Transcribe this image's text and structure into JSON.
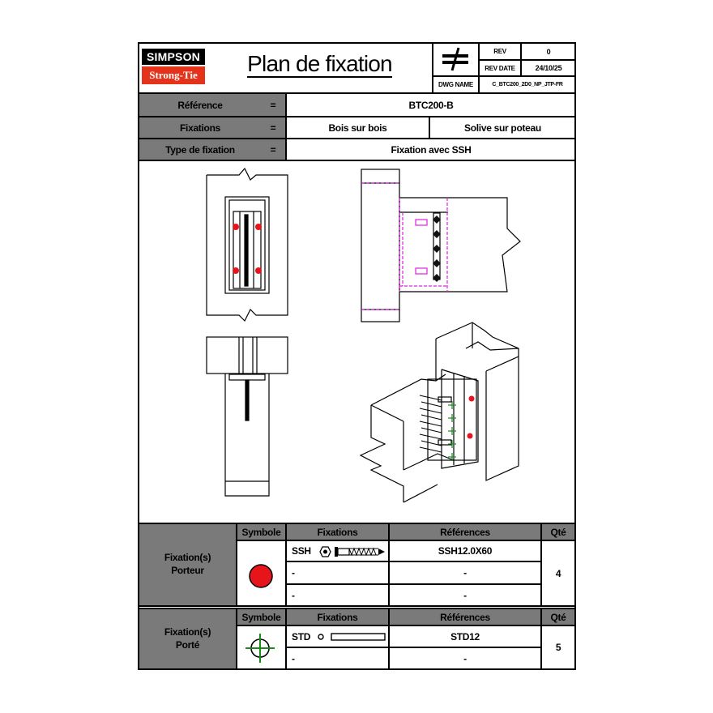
{
  "logo": {
    "top": "SIMPSON",
    "bottom": "Strong-Tie"
  },
  "title": "Plan de fixation",
  "revision_block": {
    "rev_label": "REV",
    "rev_value": "0",
    "rev_date_label": "REV DATE",
    "rev_date_value": "24/10/25",
    "dwg_name_label": "DWG NAME",
    "dwg_name_value": "C_BTC200_2D0_NP_JTP-FR"
  },
  "info": {
    "reference_label": "Référence",
    "equals": "=",
    "reference_value": "BTC200-B",
    "fixations_label": "Fixations",
    "fixations_value_1": "Bois sur bois",
    "fixations_value_2": "Solive sur poteau",
    "type_label": "Type de fixation",
    "type_value": "Fixation avec SSH"
  },
  "colors": {
    "header_grey": "#7a7a7a",
    "brand_red": "#e4321b",
    "fastener_red": "#e8141b",
    "dowel_green": "#1a8a1a",
    "hidden_magenta": "#e020e0"
  },
  "porteur": {
    "group_label_1": "Fixation(s)",
    "group_label_2": "Porteur",
    "headers": {
      "symbole": "Symbole",
      "fixations": "Fixations",
      "references": "Références",
      "qte": "Qté"
    },
    "symbol_icon": "red-dot-symbol",
    "rows": [
      {
        "fixation": "SSH",
        "reference": "SSH12.0X60"
      },
      {
        "fixation": "-",
        "reference": "-"
      },
      {
        "fixation": "-",
        "reference": "-"
      }
    ],
    "qte": "4"
  },
  "porte": {
    "group_label_1": "Fixation(s)",
    "group_label_2": "Porté",
    "headers": {
      "symbole": "Symbole",
      "fixations": "Fixations",
      "references": "Références",
      "qte": "Qté"
    },
    "symbol_icon": "green-crosshair-symbol",
    "rows": [
      {
        "fixation": "STD",
        "reference": "STD12"
      },
      {
        "fixation": "-",
        "reference": "-"
      }
    ],
    "qte": "5"
  }
}
